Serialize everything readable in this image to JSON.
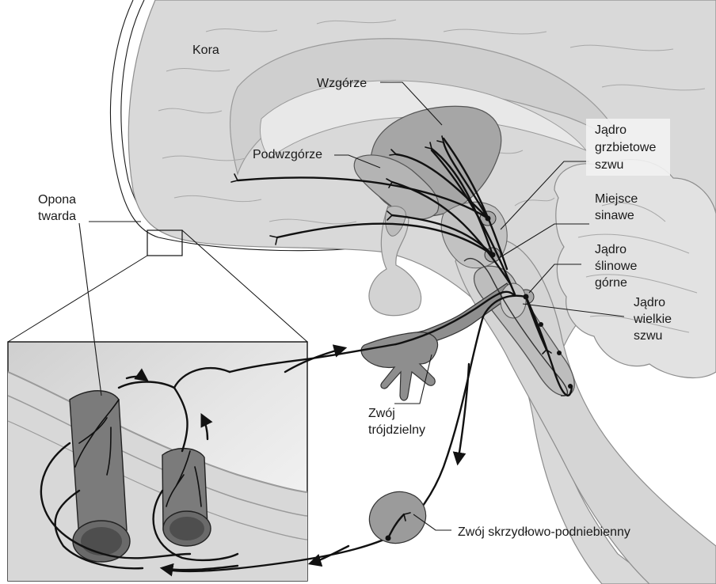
{
  "labels": {
    "kora": "Kora",
    "wzgorze": "Wzgórze",
    "podwzgorze": "Podwzgórze",
    "opona_line1": "Opona",
    "opona_line2": "twarda",
    "jadro_grzbietowe_line1": "Jądro",
    "jadro_grzbietowe_line2": "grzbietowe",
    "jadro_grzbietowe_line3": "szwu",
    "miejsce_line1": "Miejsce",
    "miejsce_line2": "sinawe",
    "jadro_slinowe_line1": "Jądro",
    "jadro_slinowe_line2": "ślinowe",
    "jadro_slinowe_line3": "górne",
    "jadro_wielkie_line1": "Jądro",
    "jadro_wielkie_line2": "wielkie",
    "jadro_wielkie_line3": "szwu",
    "zwoj_troj_line1": "Zwój",
    "zwoj_troj_line2": "trójdzielny",
    "zwoj_skrzydlowo": "Zwój skrzydłowo-podniebienny"
  },
  "colors": {
    "brain": "#d9d9d9",
    "brain_dark": "#c4c4c4",
    "structure": "#9a9a9a",
    "vessel": "#6f6f6f",
    "ganglion": "#9b9b9b",
    "cerebellum": "#e2e2e2"
  }
}
